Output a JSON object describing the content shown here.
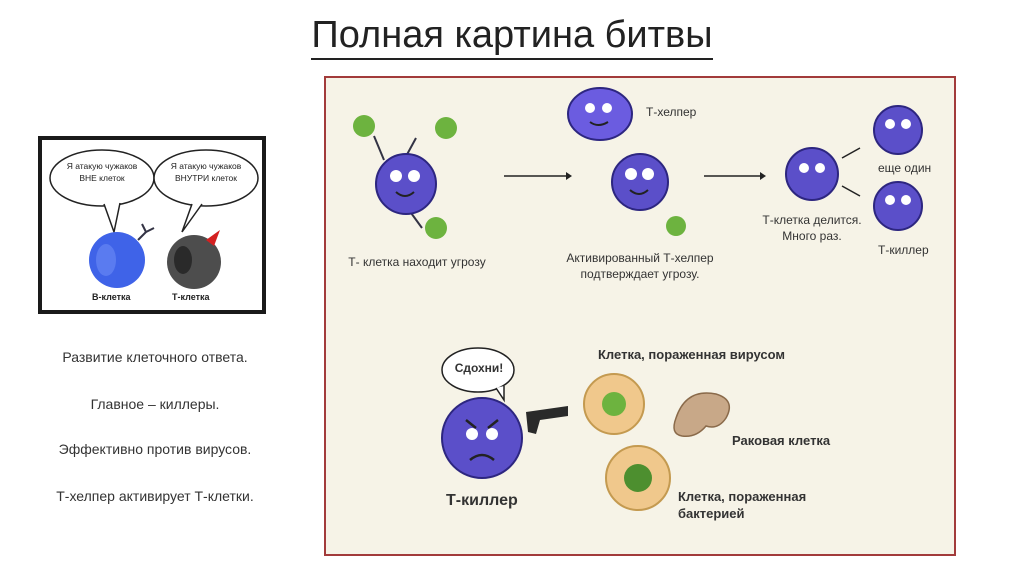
{
  "title": "Полная картина битвы",
  "left_panel": {
    "bubble_left": [
      "Я атакую чужаков",
      "ВНЕ клеток"
    ],
    "bubble_right": [
      "Я атакую чужаков",
      "ВНУТРИ клеток"
    ],
    "b_cell_label": "В-клетка",
    "t_cell_label": "Т-клетка"
  },
  "side_texts": [
    "Развитие клеточного ответа.",
    "Главное – киллеры.",
    "Эффективно против вирусов.",
    "Т-хелпер активирует Т-клетки."
  ],
  "main_panel": {
    "t_helper": "Т-хелпер",
    "step1": "Т- клетка находит угрозу",
    "step2": [
      "Активированный Т-хелпер",
      "подтверждает угрозу."
    ],
    "step3": [
      "Т-клетка делится.",
      "Много раз."
    ],
    "another_one": "еще один",
    "t_killer_small": "Т-киллер",
    "speech": "Сдохни!",
    "virus_cell": "Клетка, пораженная вирусом",
    "cancer_cell": "Раковая клетка",
    "bacteria_cell": [
      "Клетка, пораженная",
      "бактерией"
    ],
    "t_killer_big": "Т-киллер"
  },
  "colors": {
    "t_cell": "#5b4fc9",
    "b_cell": "#3f63e8",
    "panel_border": "#a23b3b",
    "panel_bg": "#f6f3e7",
    "infected_cell": "#f0c88c",
    "virus": "#6db33f",
    "cancer": "#c8a888"
  }
}
